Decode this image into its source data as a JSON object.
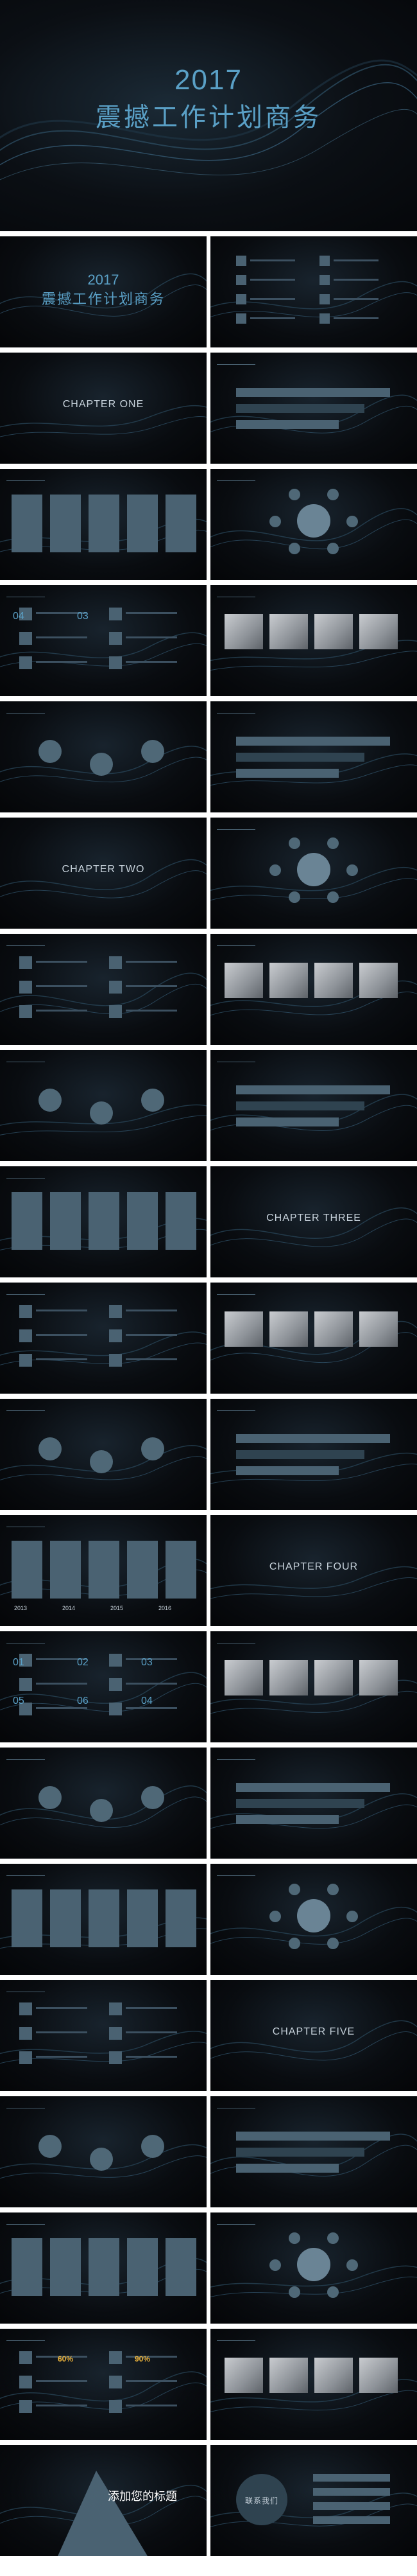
{
  "hero": {
    "year": "2017",
    "title": "震撼工作计划商务",
    "body": "",
    "subtitle": ""
  },
  "slides": [
    {
      "kind": "cover",
      "year": "2017",
      "title": "震撼工作计划商务"
    },
    {
      "kind": "contents"
    },
    {
      "kind": "chapter",
      "title": "CHAPTER ONE"
    },
    {
      "kind": "content"
    },
    {
      "kind": "content"
    },
    {
      "kind": "content"
    },
    {
      "kind": "content",
      "numbers": [
        "04",
        "03"
      ]
    },
    {
      "kind": "content"
    },
    {
      "kind": "content"
    },
    {
      "kind": "content"
    },
    {
      "kind": "chapter",
      "title": "CHAPTER TWO"
    },
    {
      "kind": "content"
    },
    {
      "kind": "content"
    },
    {
      "kind": "content"
    },
    {
      "kind": "content"
    },
    {
      "kind": "content"
    },
    {
      "kind": "content"
    },
    {
      "kind": "chapter",
      "title": "CHAPTER THREE"
    },
    {
      "kind": "content"
    },
    {
      "kind": "content"
    },
    {
      "kind": "content"
    },
    {
      "kind": "content"
    },
    {
      "kind": "content",
      "years": [
        "2013",
        "2014",
        "2015",
        "2016"
      ]
    },
    {
      "kind": "chapter",
      "title": "CHAPTER FOUR"
    },
    {
      "kind": "content",
      "numbers": [
        "01",
        "02",
        "03",
        "05",
        "06",
        "04"
      ]
    },
    {
      "kind": "content"
    },
    {
      "kind": "content"
    },
    {
      "kind": "content"
    },
    {
      "kind": "content"
    },
    {
      "kind": "content"
    },
    {
      "kind": "content"
    },
    {
      "kind": "chapter",
      "title": "CHAPTER FIVE"
    },
    {
      "kind": "content"
    },
    {
      "kind": "content"
    },
    {
      "kind": "content"
    },
    {
      "kind": "content"
    },
    {
      "kind": "content",
      "percents": [
        "60%",
        "90%"
      ]
    },
    {
      "kind": "content"
    },
    {
      "kind": "end",
      "title": "添加您的标题"
    },
    {
      "kind": "end2",
      "title": "联系我们"
    }
  ],
  "colors": {
    "accent": "#5aa0c6",
    "tile": "#4a6272",
    "background": "#090c10"
  }
}
